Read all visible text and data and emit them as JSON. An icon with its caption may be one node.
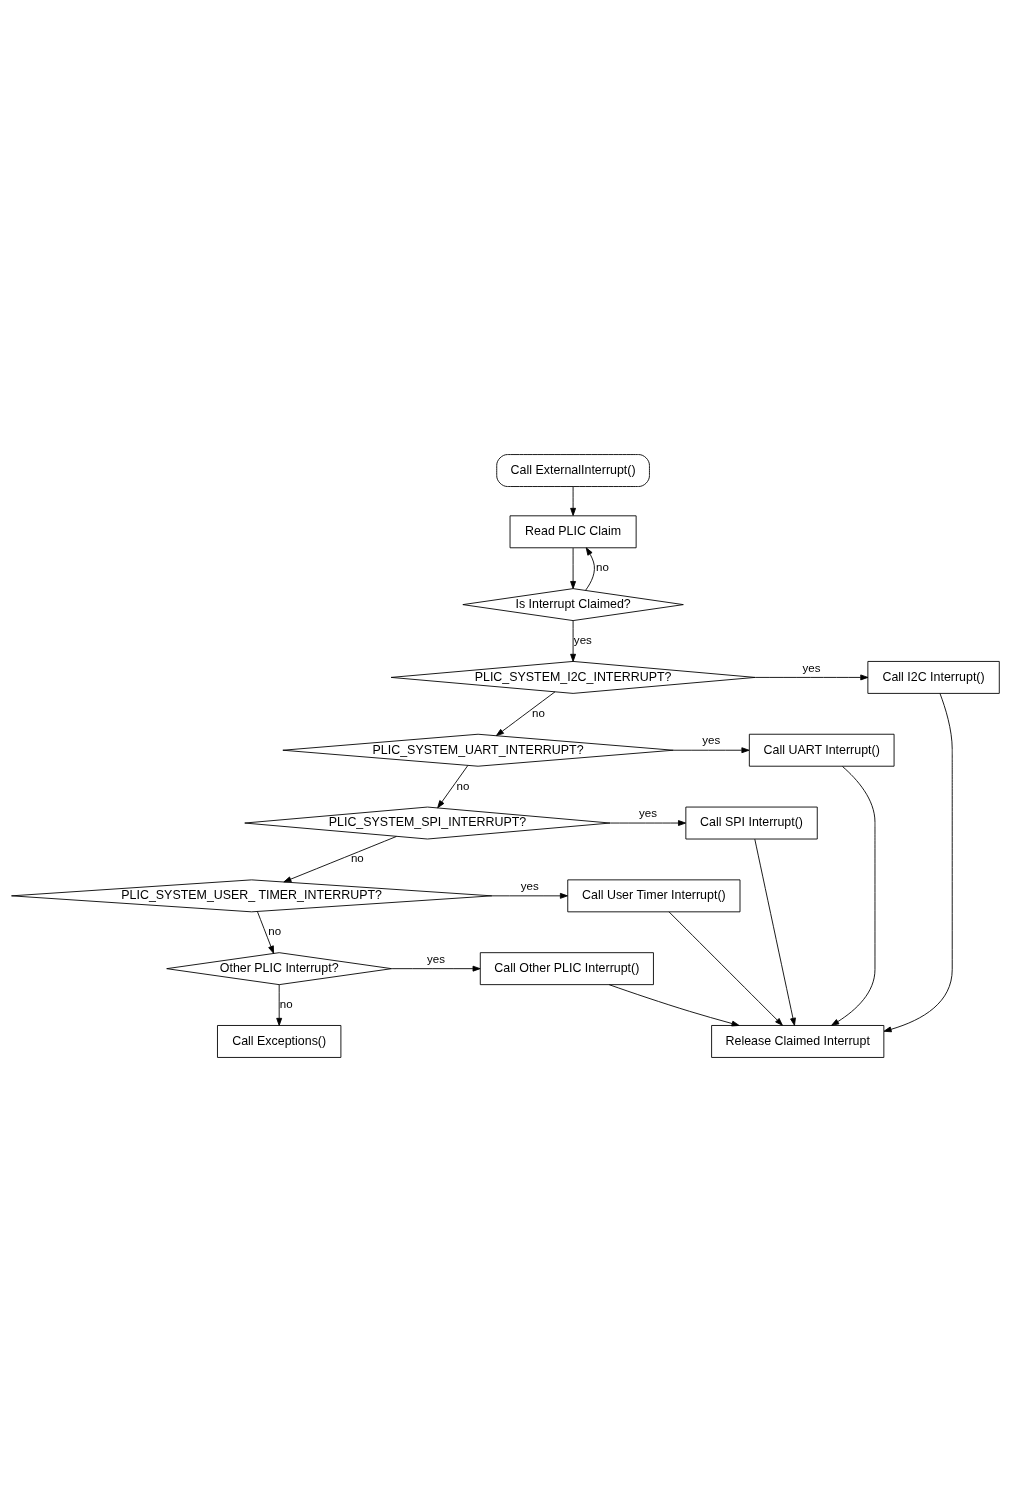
{
  "diagram": {
    "nodes": [
      {
        "text": [
          "Call ExternalInterrupt()"
        ]
      },
      {
        "text": [
          "Read PLIC Claim"
        ]
      },
      {
        "text": [
          "Is Interrupt Claimed?"
        ]
      },
      {
        "text": [
          "PLIC_SYSTEM_I2C_INTERRUPT?"
        ]
      },
      {
        "text": [
          "Call I2C Interrupt()"
        ]
      },
      {
        "text": [
          "PLIC_SYSTEM_UART_INTERRUPT?"
        ]
      },
      {
        "text": [
          "Call UART Interrupt()"
        ]
      },
      {
        "text": [
          "PLIC_SYSTEM_SPI_INTERRUPT?"
        ]
      },
      {
        "text": [
          "Call SPI Interrupt()"
        ]
      },
      {
        "text": [
          "PLIC_SYSTEM_USER_ TIMER_INTERRUPT?"
        ]
      },
      {
        "text": [
          "Call User Timer Interrupt()"
        ]
      },
      {
        "text": [
          "Other PLIC Interrupt?"
        ]
      },
      {
        "text": [
          "Call Other PLIC Interrupt()"
        ]
      },
      {
        "text": [
          "Call Exceptions()"
        ]
      },
      {
        "text": [
          "Release Claimed Interrupt"
        ]
      }
    ],
    "edges": [
      {
        "from": 0,
        "to": 1,
        "arrow": "to"
      },
      {
        "from": 1,
        "to": 2,
        "arrow": "to"
      },
      {
        "from": 2,
        "to": 1,
        "arrow": "to",
        "label": "no"
      },
      {
        "from": 2,
        "to": 3,
        "arrow": "to",
        "label": "yes"
      },
      {
        "from": 3,
        "to": 4,
        "arrow": "to",
        "label": "yes"
      },
      {
        "from": 3,
        "to": 5,
        "arrow": "to",
        "label": "no"
      },
      {
        "from": 5,
        "to": 6,
        "arrow": "to",
        "label": "yes"
      },
      {
        "from": 5,
        "to": 7,
        "arrow": "to",
        "label": "no"
      },
      {
        "from": 7,
        "to": 8,
        "arrow": "to",
        "label": "yes"
      },
      {
        "from": 7,
        "to": 9,
        "arrow": "to",
        "label": "no"
      },
      {
        "from": 9,
        "to": 10,
        "arrow": "to",
        "label": "yes"
      },
      {
        "from": 9,
        "to": 11,
        "arrow": "to",
        "label": "no"
      },
      {
        "from": 11,
        "to": 12,
        "arrow": "to",
        "label": "yes"
      },
      {
        "from": 11,
        "to": 13,
        "arrow": "to",
        "label": "no"
      },
      {
        "from": 4,
        "to": 14,
        "arrow": "to"
      },
      {
        "from": 6,
        "to": 14,
        "arrow": "to"
      },
      {
        "from": 8,
        "to": 14,
        "arrow": "to"
      },
      {
        "from": 10,
        "to": 14,
        "arrow": "to"
      },
      {
        "from": 12,
        "to": 14,
        "arrow": "to"
      }
    ]
  }
}
